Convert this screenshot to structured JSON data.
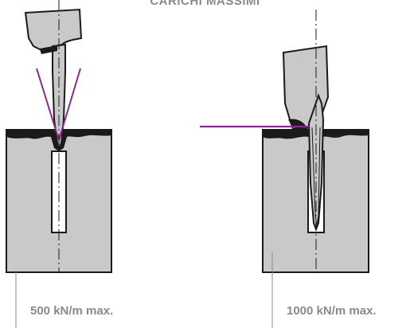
{
  "header": {
    "title": "CARICHI MASSIMI"
  },
  "captions": {
    "left": "500 kN/m max.",
    "right": "1000 kN/m max."
  },
  "colors": {
    "body": "#c9c9c9",
    "stroke": "#1a1a1a",
    "accent": "#8b2a8b",
    "text": "#8a8a8a"
  }
}
